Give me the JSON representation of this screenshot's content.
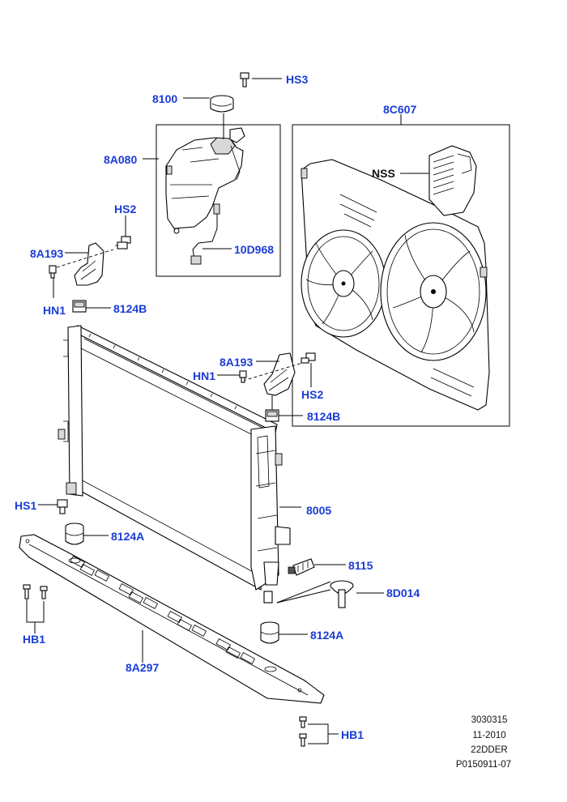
{
  "labels": {
    "hs3": "HS3",
    "cap_8100": "8100",
    "tank_8a080": "8A080",
    "hose_10d968": "10D968",
    "fan_8c607": "8C607",
    "nss": "NSS",
    "hs2_left": "HS2",
    "bracket_8a193_left": "8A193",
    "hn1_left": "HN1",
    "mount_8124b_left": "8124B",
    "bracket_8a193_right": "8A193",
    "hn1_right": "HN1",
    "hs2_right": "HS2",
    "mount_8124b_right": "8124B",
    "radiator_8005": "8005",
    "hs1": "HS1",
    "mount_8124a_left": "8124A",
    "sensor_8115": "8115",
    "plug_8d014": "8D014",
    "mount_8124a_right": "8124A",
    "bolts_hb1_left": "HB1",
    "member_8a297": "8A297",
    "bolts_hb1_right": "HB1"
  },
  "reference": {
    "line1": "3030315",
    "line2": "11-2010",
    "line3": "22DDER",
    "line4": "P0150911-07"
  },
  "colors": {
    "label_blue": "#1a3cd6",
    "line_black": "#000000",
    "background": "#ffffff"
  }
}
